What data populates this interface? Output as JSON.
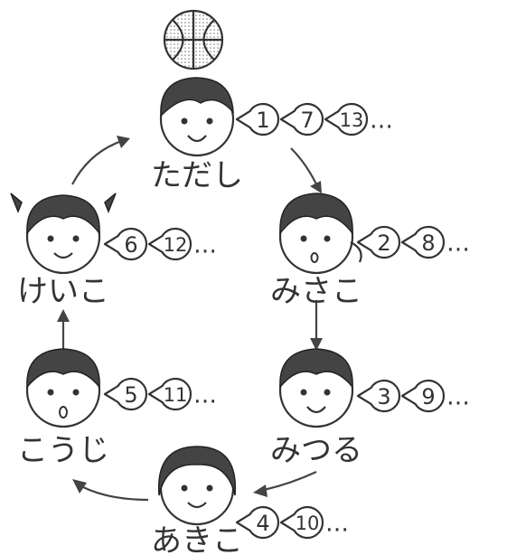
{
  "children": [
    {
      "id": "tadashi",
      "name": "ただし",
      "sequence": [
        "1",
        "7",
        "13"
      ],
      "ellipsis": "…",
      "has_ball": true
    },
    {
      "id": "misako",
      "name": "みさこ",
      "sequence": [
        "2",
        "8"
      ],
      "ellipsis": "…"
    },
    {
      "id": "mitsuru",
      "name": "みつる",
      "sequence": [
        "3",
        "9"
      ],
      "ellipsis": "…"
    },
    {
      "id": "akiko",
      "name": "あきこ",
      "sequence": [
        "4",
        "10"
      ],
      "ellipsis": "…"
    },
    {
      "id": "kouji",
      "name": "こうじ",
      "sequence": [
        "5",
        "11"
      ],
      "ellipsis": "…"
    },
    {
      "id": "keiko",
      "name": "けいこ",
      "sequence": [
        "6",
        "12"
      ],
      "ellipsis": "…"
    }
  ],
  "flow": [
    "tadashi",
    "misako",
    "mitsuru",
    "akiko",
    "kouji",
    "keiko",
    "tadashi"
  ],
  "colors": {
    "ink": "#333333",
    "paper": "#ffffff"
  },
  "icons": {
    "ball": "basketball-icon"
  }
}
